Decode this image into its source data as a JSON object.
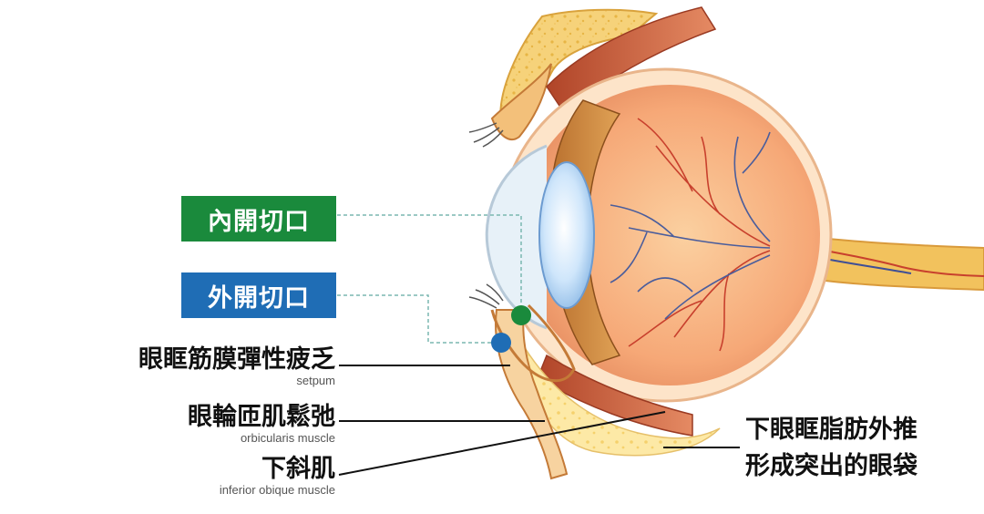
{
  "colors": {
    "green": "#1a8a3c",
    "blue": "#1f6db5",
    "bone": "#f5cf69",
    "muscle": "#c85a3a",
    "sclera": "#fbe1c2",
    "retina": "#f3a678",
    "lens": "#bfdcf7",
    "vessel": "#4a5d9c"
  },
  "tags": {
    "inner_incision": "內開切口",
    "outer_incision": "外開切口"
  },
  "labels": {
    "septum": {
      "zh": "眼眶筋膜彈性疲乏",
      "en": "setpum"
    },
    "orbicularis": {
      "zh": "眼輪匝肌鬆弛",
      "en": "orbicularis muscle"
    },
    "inferior_oblique": {
      "zh": "下斜肌",
      "en": "inferior obique muscle"
    }
  },
  "note": {
    "line1": "下眼眶脂肪外推",
    "line2": "形成突出的眼袋"
  }
}
